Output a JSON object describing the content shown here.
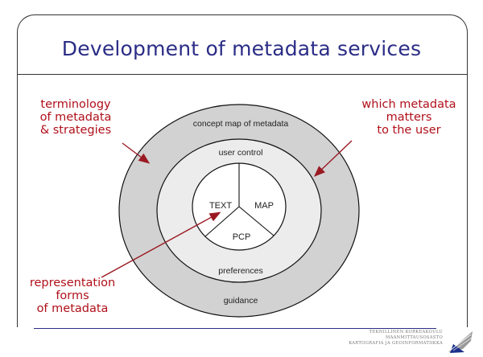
{
  "slide": {
    "title": "Development of metadata services"
  },
  "annotations": {
    "left_top": [
      "terminology",
      "of metadata",
      "& strategies"
    ],
    "right_top": [
      "which metadata",
      "matters",
      "to the user"
    ],
    "left_bottom": [
      "representation",
      "forms",
      "of metadata"
    ]
  },
  "diagram": {
    "outer_ring": {
      "top_label": "concept map of metadata",
      "bottom_label": "guidance"
    },
    "middle_ring": {
      "top_label": "user control",
      "bottom_label": "preferences"
    },
    "center_sectors": {
      "left": "TEXT",
      "right": "MAP",
      "bottom": "PCP"
    }
  },
  "footer": {
    "lines": [
      "TEKNILLINEN KORKEAKOULU",
      "MAANMITTAUSOSASTO",
      "KARTOGRAFIA JA GEOINFORMATIIKKA"
    ]
  },
  "colors": {
    "title": "#2b2d86",
    "annotation": "#b0101a",
    "outer_ring_fill": "#d2d2d2",
    "middle_ring_fill": "#ececec",
    "center_fill": "#ffffff"
  }
}
